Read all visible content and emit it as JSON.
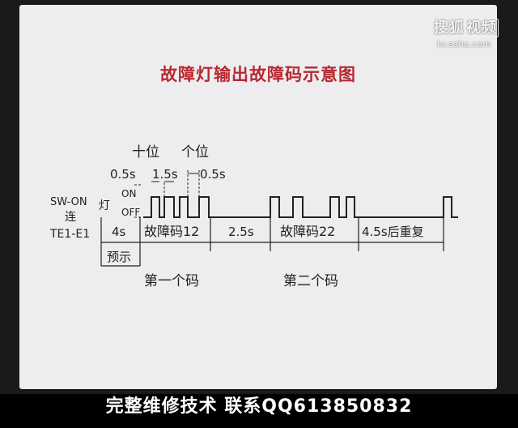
{
  "title": "故障灯输出故障码示意图",
  "watermark": {
    "brand_a": "搜狐",
    "brand_b": "视频",
    "url": "tv.sohu.com"
  },
  "caption": "完整维修技术 联系QQ613850832",
  "labels": {
    "tens": "十位",
    "ones": "个位",
    "t_05a": "0.5s",
    "t_15": "1.5s",
    "t_05b": "0.5s",
    "on": "ON",
    "off": "OFF",
    "lamp": "灯",
    "sw_on": "SW-ON",
    "lian": "连",
    "te": "TE1-E1",
    "t_4": "4s",
    "preview": "预示",
    "code12": "故障码12",
    "t_25": "2.5s",
    "code22": "故障码22",
    "repeat": "4.5s后重复",
    "first": "第一个码",
    "second": "第二个码"
  },
  "colors": {
    "title": "#b7282e",
    "line": "#222222",
    "slide": "#ededf0"
  }
}
